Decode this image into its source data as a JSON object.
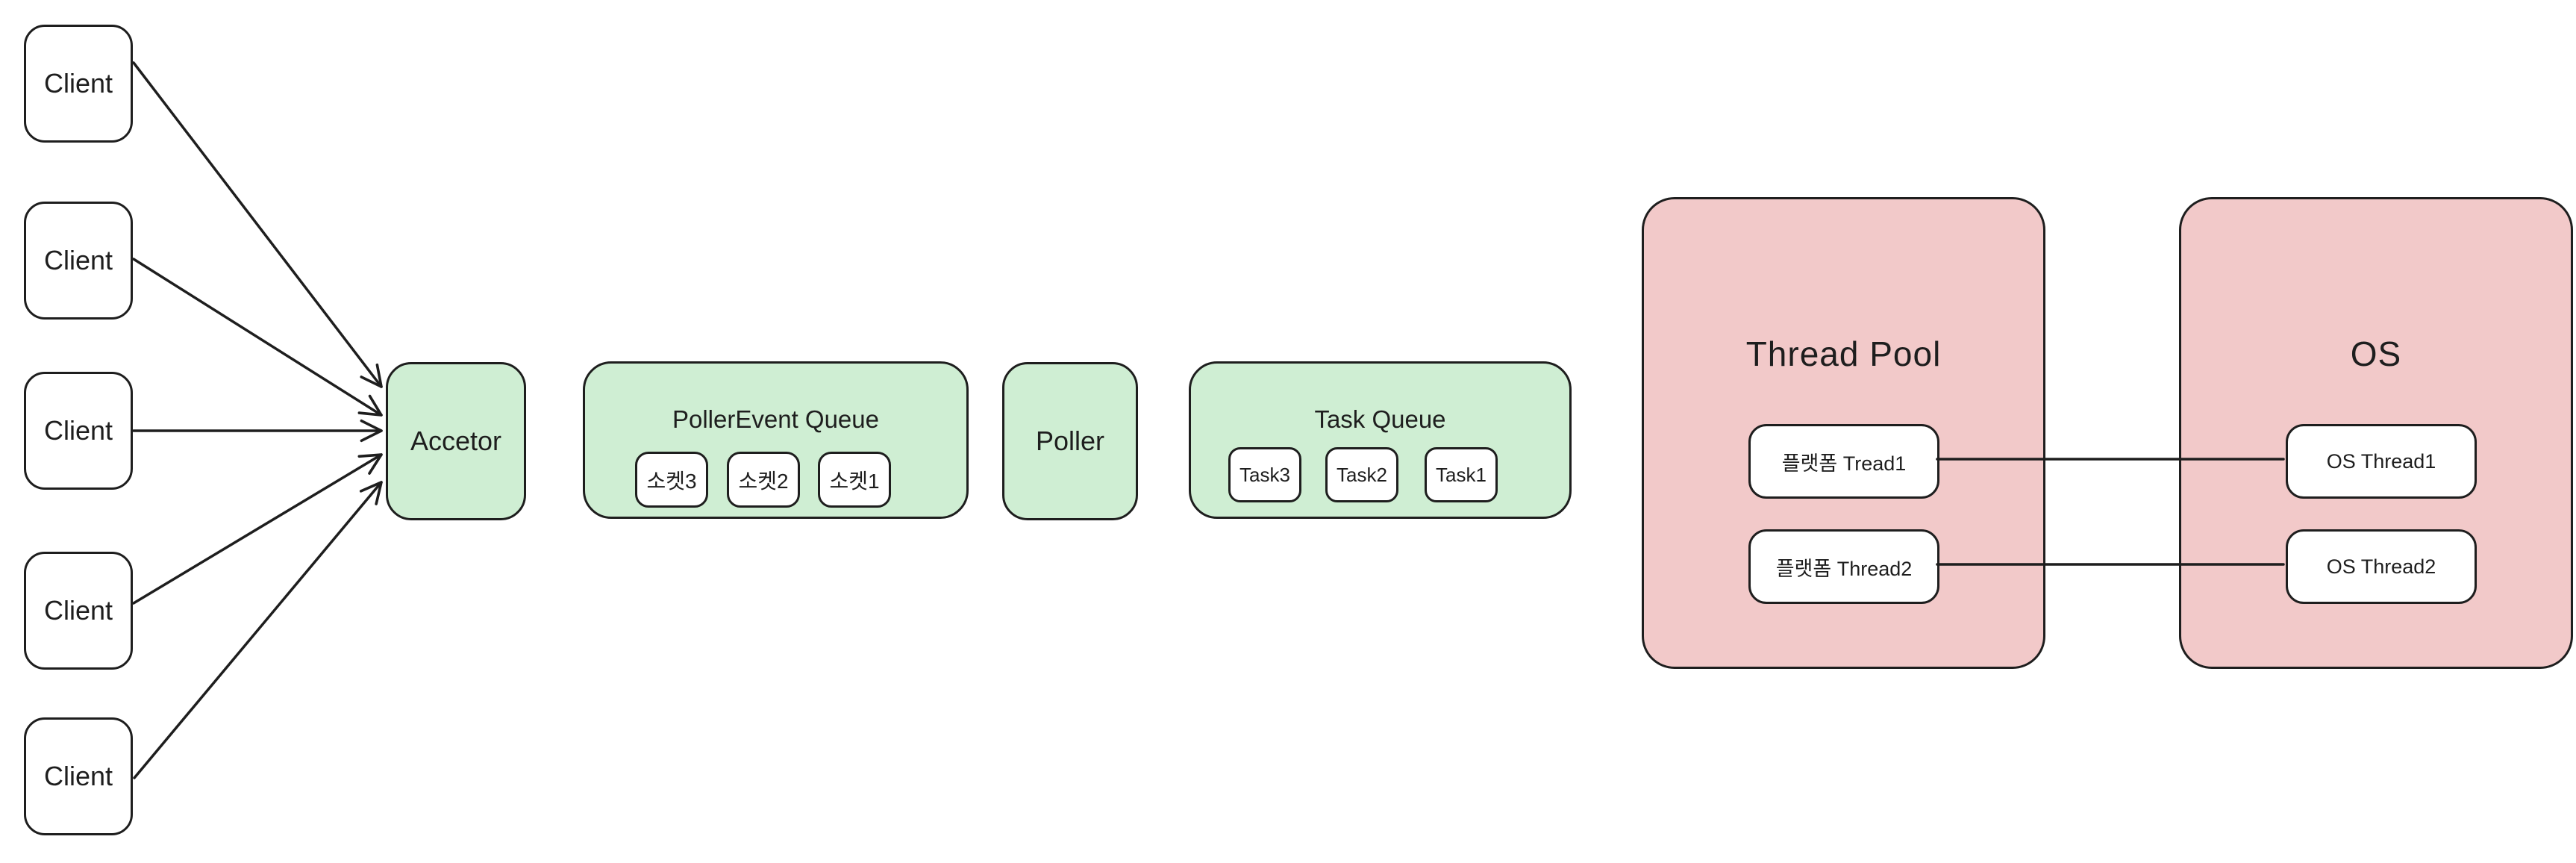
{
  "colors": {
    "box_green": "#cfeed3",
    "box_pink": "#f2c9c9",
    "stroke": "#1e1e1e",
    "inner_box": "#ffffff"
  },
  "clients": [
    {
      "label": "Client"
    },
    {
      "label": "Client"
    },
    {
      "label": "Client"
    },
    {
      "label": "Client"
    },
    {
      "label": "Client"
    }
  ],
  "acceptor": {
    "label": "Accetor"
  },
  "poller_event_queue": {
    "title": "PollerEvent Queue",
    "sockets": [
      {
        "label": "소켓3"
      },
      {
        "label": "소켓2"
      },
      {
        "label": "소켓1"
      }
    ]
  },
  "poller": {
    "label": "Poller"
  },
  "task_queue": {
    "title": "Task Queue",
    "tasks": [
      {
        "label": "Task3"
      },
      {
        "label": "Task2"
      },
      {
        "label": "Task1"
      }
    ]
  },
  "thread_pool": {
    "title": "Thread Pool",
    "threads": [
      {
        "label": "플랫폼 Tread1"
      },
      {
        "label": "플랫폼 Thread2"
      }
    ]
  },
  "os": {
    "title": "OS",
    "threads": [
      {
        "label": "OS Thread1"
      },
      {
        "label": "OS Thread2"
      }
    ]
  }
}
